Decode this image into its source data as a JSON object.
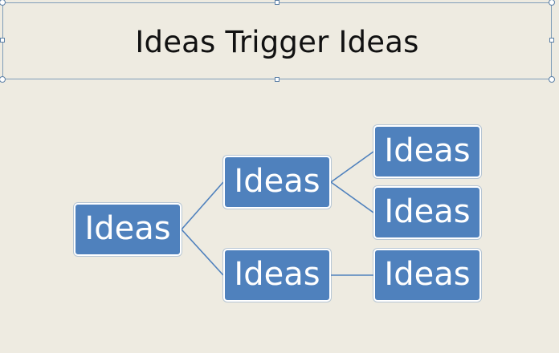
{
  "slide": {
    "title": "Ideas Trigger Ideas",
    "background_color": "#eeebe1"
  },
  "smartart": {
    "node_color": "#4f81bd",
    "line_color": "#4f81bd",
    "root": "Ideas",
    "level2": [
      "Ideas",
      "Ideas"
    ],
    "level3": [
      "Ideas",
      "Ideas",
      "Ideas"
    ]
  }
}
